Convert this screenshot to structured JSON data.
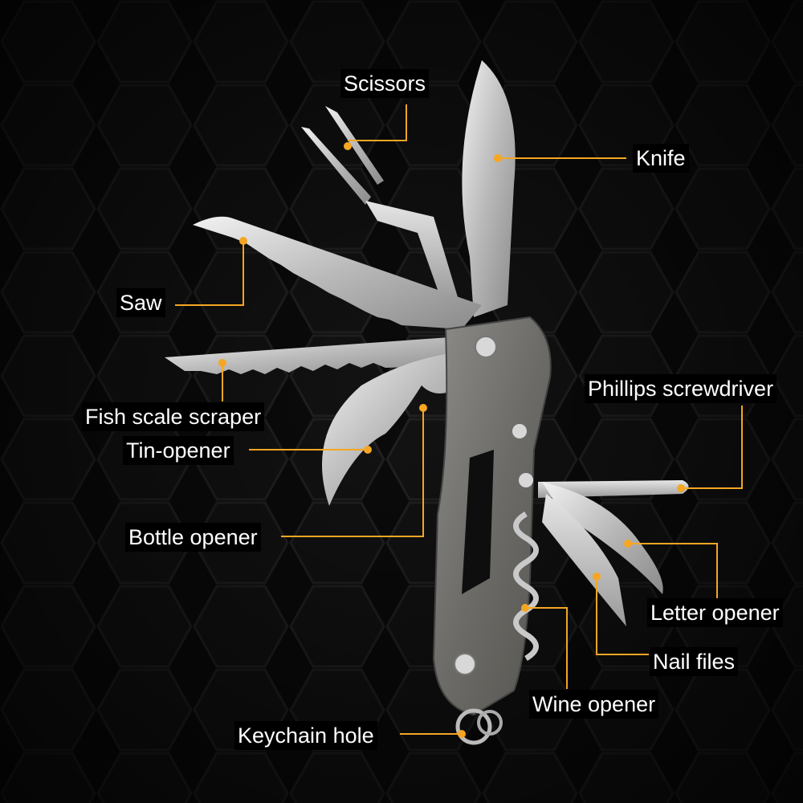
{
  "colors": {
    "accent": "#f5a623",
    "background": "#0b0b0b",
    "label_text": "#ffffff"
  },
  "labels": {
    "scissors": "Scissors",
    "knife": "Knife",
    "saw": "Saw",
    "fish_scale_scraper": "Fish scale scraper",
    "tin_opener": "Tin-opener",
    "bottle_opener": "Bottle opener",
    "phillips_screwdriver": "Phillips screwdriver",
    "letter_opener": "Letter opener",
    "nail_files": "Nail files",
    "wine_opener": "Wine opener",
    "keychain_hole": "Keychain hole"
  }
}
